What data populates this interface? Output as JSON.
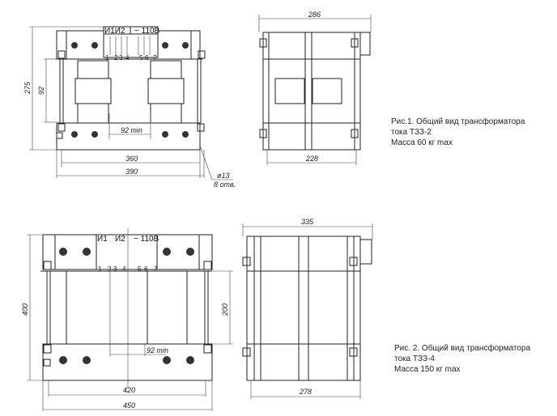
{
  "figure1": {
    "terminal_labels": {
      "left": "И1И2",
      "right": "~ 110В"
    },
    "terminal_numbers": [
      "1",
      "2",
      "3",
      "4",
      "5",
      "6",
      "7"
    ],
    "dims": {
      "height": "275",
      "core": "92",
      "gap": "92 min",
      "mount": "360",
      "width": "390",
      "side_depth": "286",
      "side_mount": "228",
      "hole": "ø13",
      "holes_count": "8 отв."
    },
    "caption": [
      "Рис.1. Общий вид трансформатора",
      "тока ТЗЗ-2",
      "Масса 60 кг max"
    ]
  },
  "figure2": {
    "terminal_labels": {
      "left1": "И1",
      "left2": "И2",
      "right": "~ 110В"
    },
    "terminal_numbers": [
      "1",
      "2",
      "3",
      "4",
      "5",
      "6",
      "7"
    ],
    "dims": {
      "height": "400",
      "core": "200",
      "gap": "92 min",
      "mount": "420",
      "width": "450",
      "side_depth": "335",
      "side_mount": "278"
    },
    "caption": [
      "Рис. 2. Общий вид трансформатора",
      "тока ТЗЗ-4",
      "Масса 150 кг max"
    ]
  }
}
